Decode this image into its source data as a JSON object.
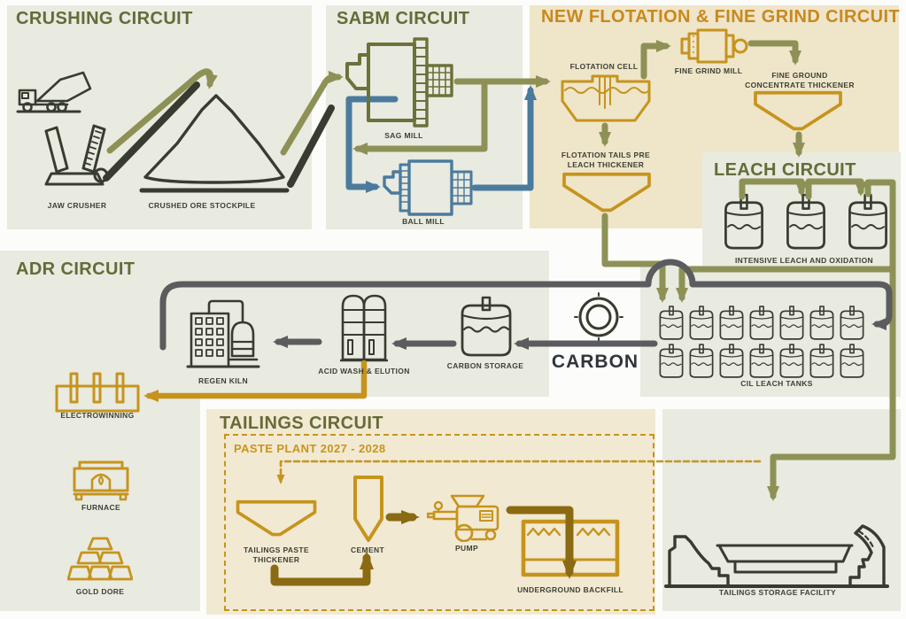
{
  "colors": {
    "olive_arrow": "#8e9156",
    "olive_icon": "#6d713a",
    "gold": "#c6941d",
    "brown": "#8a6a12",
    "blue": "#4a7b9d",
    "gray_line": "#5a5c5e",
    "panel_gray": "#e9eae0",
    "panel_beige": "#efe5c9",
    "panel_beige_tailings": "#f2e9d2",
    "title_olive": "#656b39",
    "title_gold": "#c8891d",
    "label_ink": "#3c4136"
  },
  "sections": {
    "crushing": {
      "title": "CRUSHING CIRCUIT",
      "jaw_crusher": "JAW CRUSHER",
      "stockpile": "CRUSHED ORE STOCKPILE"
    },
    "sabm": {
      "title": "SABM CIRCUIT",
      "sag_mill": "SAG MILL",
      "ball_mill": "BALL MILL"
    },
    "flotation": {
      "title": "NEW FLOTATION & FINE GRIND CIRCUIT",
      "flotation_cell": "FLOTATION CELL",
      "fine_grind_mill": "FINE GRIND MILL",
      "fine_ground_thickener": "FINE GROUND CONCENTRATE THICKENER",
      "flotation_tails_thickener": "FLOTATION TAILS PRE LEACH THICKENER"
    },
    "leach": {
      "title": "LEACH CIRCUIT",
      "intensive_leach": "INTENSIVE LEACH AND OXIDATION"
    },
    "adr": {
      "title": "ADR CIRCUIT",
      "regen_kiln": "REGEN KILN",
      "acid_wash": "ACID WASH & ELUTION",
      "carbon_storage": "CARBON STORAGE",
      "carbon": "CARBON",
      "cil_tanks": "CIL LEACH TANKS",
      "electrowinning": "ELECTROWINNING",
      "furnace": "FURNACE",
      "gold_dore": "GOLD DORE"
    },
    "tailings": {
      "title": "TAILINGS CIRCUIT",
      "paste_plant": "PASTE PLANT 2027 - 2028",
      "paste_thickener": "TAILINGS PASTE THICKENER",
      "cement": "CEMENT",
      "pump": "PUMP",
      "underground_backfill": "UNDERGROUND BACKFILL",
      "tsf": "TAILINGS STORAGE FACILITY"
    }
  }
}
